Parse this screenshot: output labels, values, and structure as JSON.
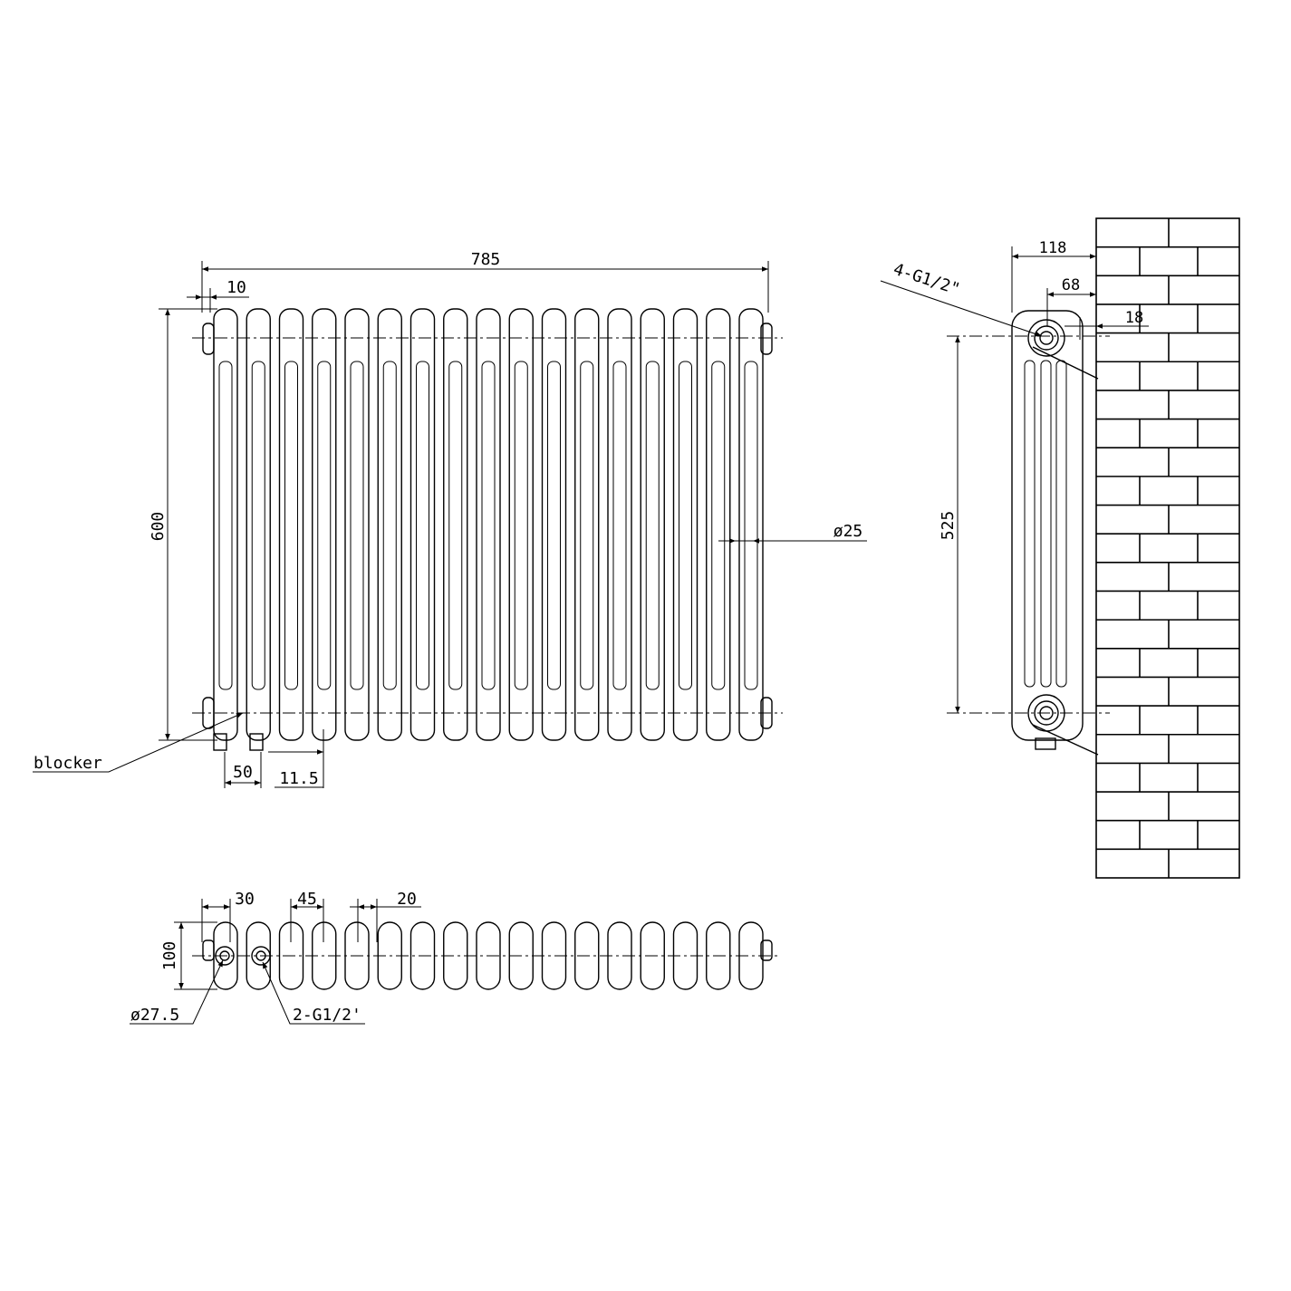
{
  "front_view": {
    "dim_width": "785",
    "dim_end_offset": "10",
    "dim_height": "600",
    "dim_tube_diameter": "ø25",
    "dim_connection_spacing": "50",
    "dim_blocker_offset": "11.5",
    "label_blocker": "blocker",
    "section_count": 17
  },
  "side_view": {
    "dim_depth": "118",
    "dim_wall_to_centre": "68",
    "dim_connection_offset": "18",
    "dim_centres": "525",
    "label_connections": "4-G1/2\""
  },
  "plan_view": {
    "dim_end_to_first": "30",
    "dim_pitch": "45",
    "dim_gap": "20",
    "dim_depth": "100",
    "dim_connection_diameter": "ø27.5",
    "label_inlet": "2-G1/2'"
  }
}
